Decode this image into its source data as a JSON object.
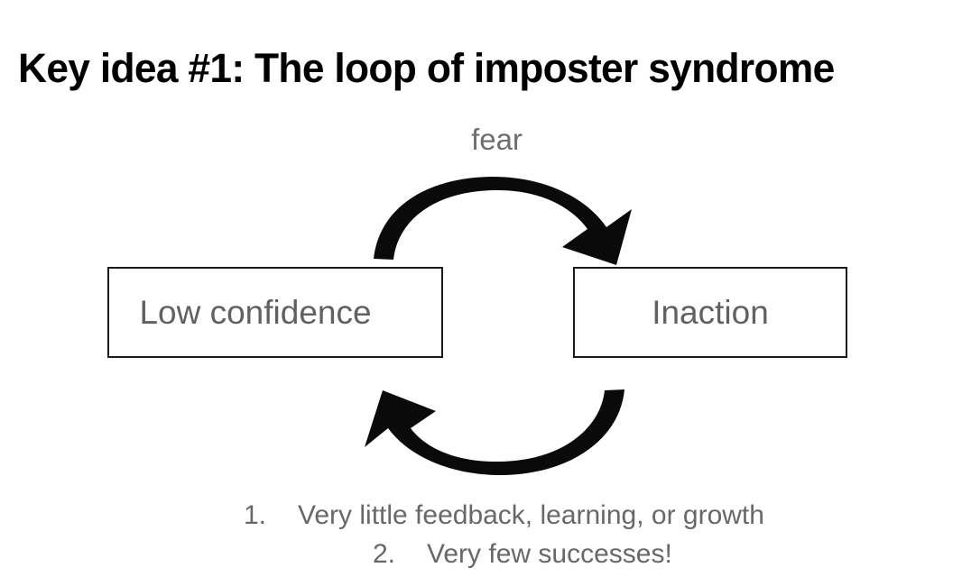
{
  "slide": {
    "title": "Key idea #1: The loop of imposter syndrome",
    "background_color": "#ffffff"
  },
  "diagram": {
    "type": "cycle-loop",
    "node_text_color": "#616161",
    "node_border_color": "#1a1a1a",
    "arrow_color": "#000000",
    "nodes": [
      {
        "id": "low-confidence",
        "label": "Low confidence"
      },
      {
        "id": "inaction",
        "label": "Inaction"
      }
    ],
    "edges": [
      {
        "id": "low-confidence-to-inaction",
        "label": "fear",
        "label_color": "#6e6e6e",
        "from": "low-confidence",
        "to": "inaction",
        "direction": "clockwise-top"
      },
      {
        "id": "inaction-to-low-confidence",
        "label": "",
        "from": "inaction",
        "to": "low-confidence",
        "direction": "clockwise-bottom"
      }
    ]
  },
  "outcomes": {
    "text_color": "#686868",
    "items": [
      {
        "number": "1.",
        "text": "Very little feedback, learning, or growth"
      },
      {
        "number": "2.",
        "text": "Very few successes!"
      }
    ]
  }
}
